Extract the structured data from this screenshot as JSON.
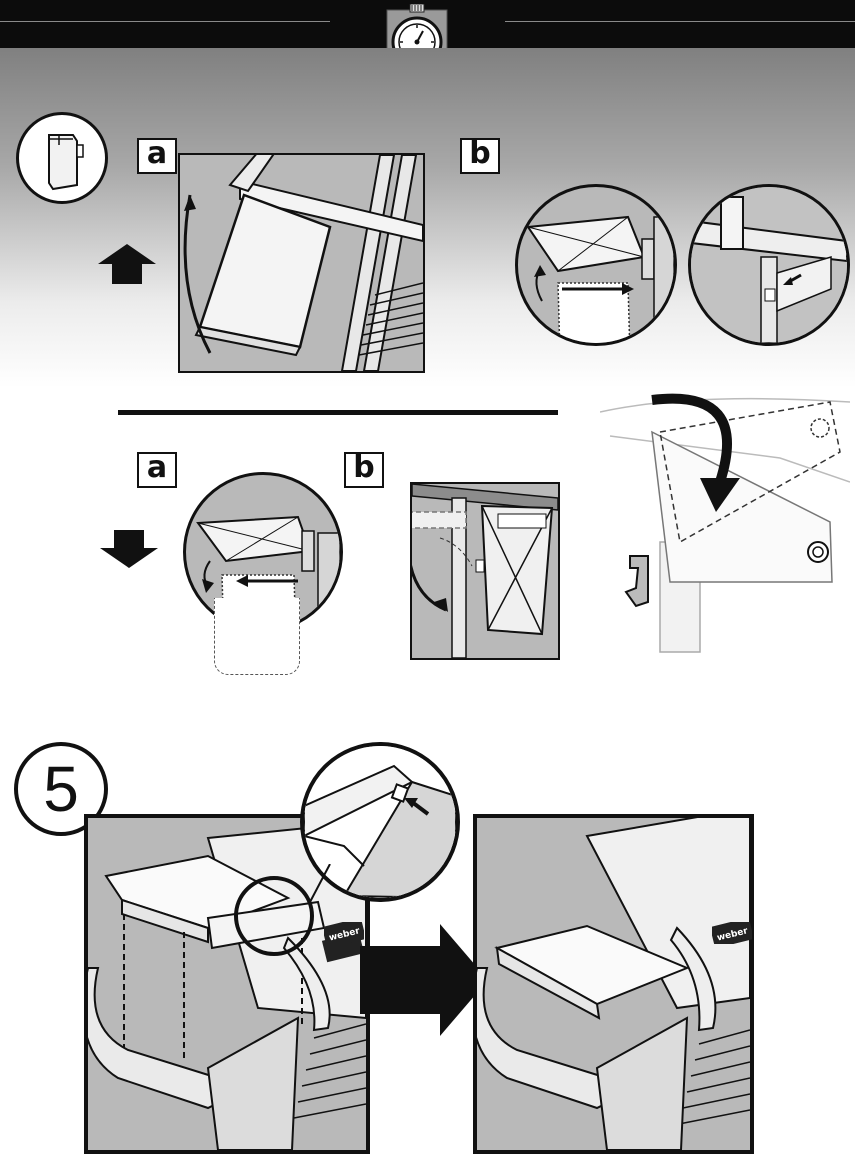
{
  "step": {
    "number": "5"
  },
  "upper_section": {
    "label_a": "a",
    "label_b": "b"
  },
  "lower_section": {
    "label_a": "a",
    "label_b": "b"
  },
  "icons": {
    "timer": "stopwatch-icon",
    "up": "arrow-up-icon",
    "down": "arrow-down-icon",
    "next": "arrow-right-icon",
    "callout": "arrow-pointer-icon"
  },
  "logos": {
    "brand": "weber"
  },
  "colors": {
    "header": "#0c0c0c",
    "panel": "#b9b9b9",
    "ink": "#111111"
  }
}
